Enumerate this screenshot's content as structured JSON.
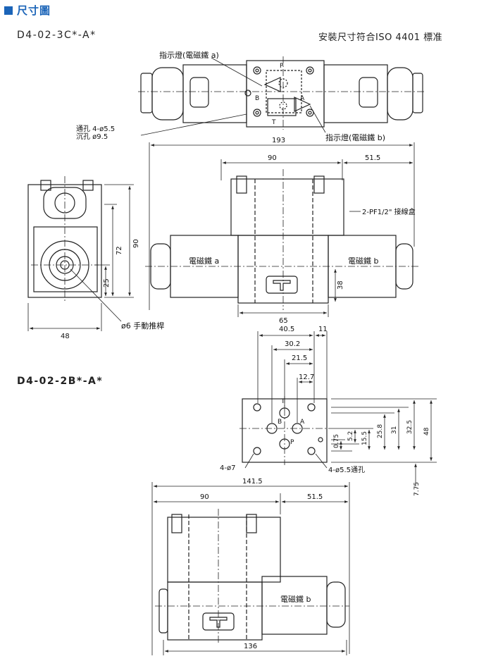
{
  "header": {
    "title": "尺寸圖"
  },
  "model_3c": "D4-02-3C*-A*",
  "standard_note": "安裝尺寸符合ISO 4401 標准",
  "model_2b": "D4-02-2B*-A*",
  "labels": {
    "indicator_a": "指示燈(電磁鐵 a)",
    "indicator_b": "指示燈(電磁鐵 b)",
    "through_hole": "通孔 4-ø5.5",
    "counterbore": "沉孔 ø9.5",
    "solenoid_a": "電磁鐵 a",
    "solenoid_b": "電磁鐵 b",
    "junction_box": "2-PF1/2\" 接線盒",
    "manual_pin": "ø6 手動推桿",
    "port_p": "P",
    "port_t": "T",
    "port_a": "A",
    "port_b": "B",
    "holes_4_7": "4-ø7",
    "holes_4_5_5": "4-ø5.5通孔"
  },
  "dimensions": {
    "d193": "193",
    "d90_top": "90",
    "d51_5_top": "51.5",
    "d90_side": "90",
    "d72": "72",
    "d25": "25",
    "d48_side": "48",
    "d38": "38",
    "d65": "65",
    "d40_5": "40.5",
    "d11": "11",
    "d30_2": "30.2",
    "d21_5": "21.5",
    "d12_7": "12.7",
    "d0_75": "0.75",
    "d5_2": "5.2",
    "d15_5": "15.5",
    "d25_8": "25.8",
    "d31": "31",
    "d32_5": "32.5",
    "d48_mount": "48",
    "d7_75": "7.75",
    "d141_5": "141.5",
    "d90_bottom": "90",
    "d51_5_bottom": "51.5",
    "d136": "136"
  }
}
